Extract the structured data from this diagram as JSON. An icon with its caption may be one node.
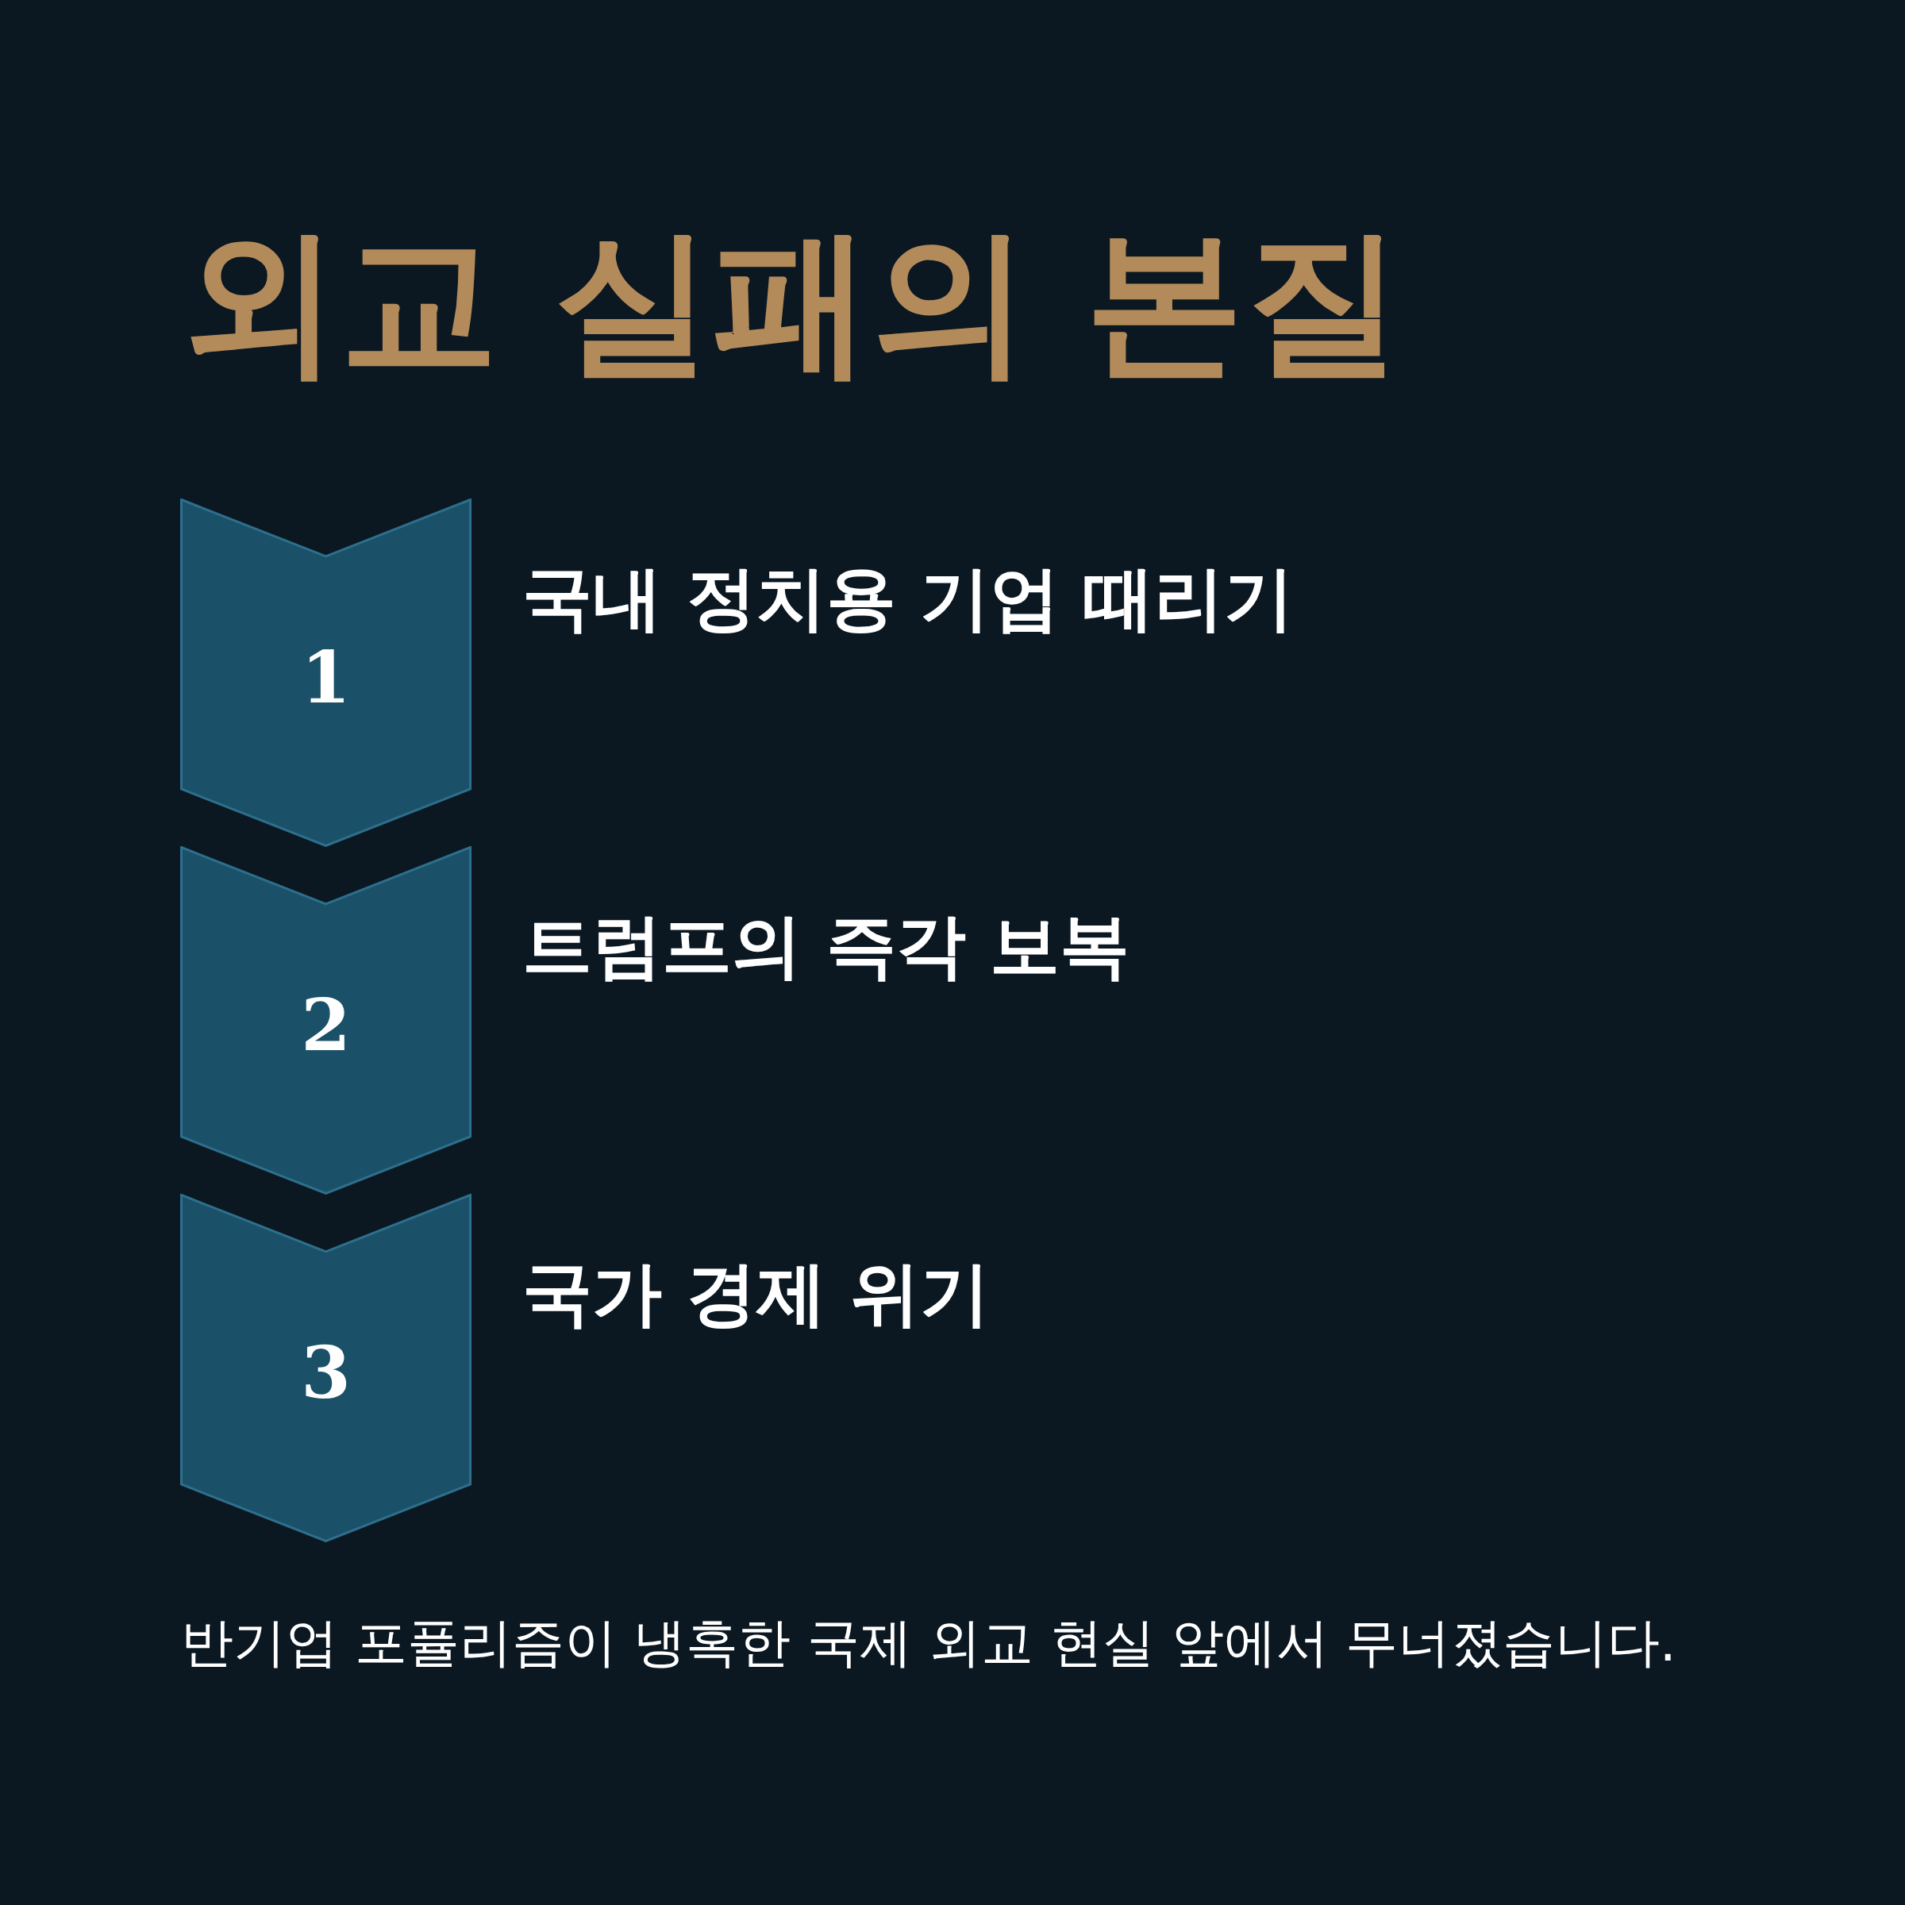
{
  "diagram": {
    "title": "외교 실패의 본질",
    "nodes": [
      {
        "text": [
          "1"
        ],
        "beside": [
          "국내 정치용 기업 때리기"
        ]
      },
      {
        "text": [
          "2"
        ],
        "beside": [
          "트럼프의 즉각 보복"
        ]
      },
      {
        "text": [
          "3"
        ],
        "beside": [
          "국가 경제 위기"
        ]
      }
    ],
    "caption": "반기업 포퓰리즘이 냉혹한 국제 외교 현실 앞에서 무너졌습니다."
  }
}
